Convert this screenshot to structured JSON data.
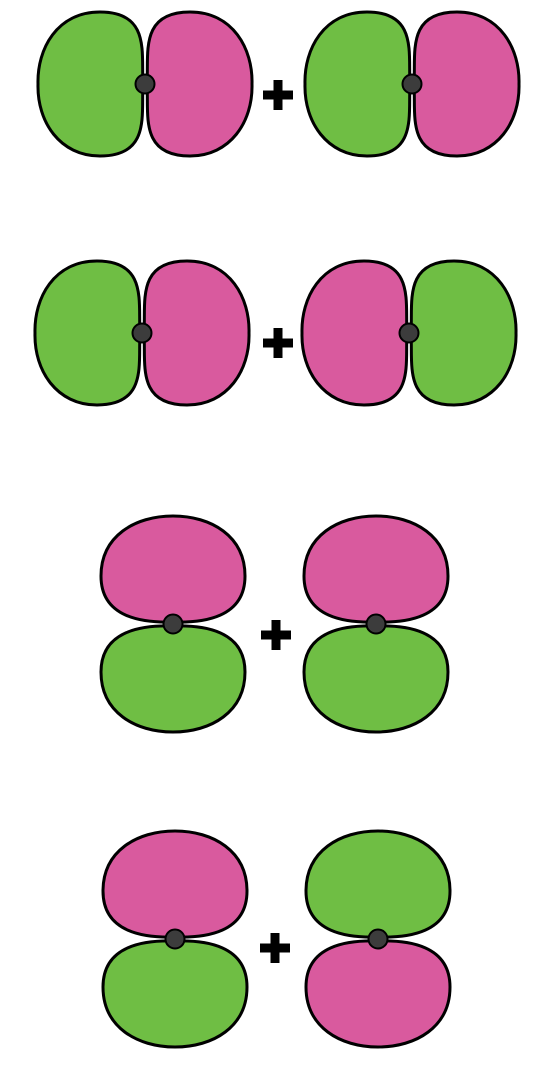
{
  "colors": {
    "green": "#6fbe44",
    "pink": "#d95a9e",
    "nucleus": "#3c3c3c",
    "outline": "#000000"
  },
  "rows": [
    {
      "orientation": "horizontal",
      "orbitals": [
        {
          "lobes": [
            "green",
            "pink"
          ]
        },
        {
          "lobes": [
            "green",
            "pink"
          ]
        }
      ]
    },
    {
      "orientation": "horizontal",
      "orbitals": [
        {
          "lobes": [
            "green",
            "pink"
          ]
        },
        {
          "lobes": [
            "pink",
            "green"
          ]
        }
      ]
    },
    {
      "orientation": "vertical",
      "orbitals": [
        {
          "lobes": [
            "pink",
            "green"
          ]
        },
        {
          "lobes": [
            "pink",
            "green"
          ]
        }
      ]
    },
    {
      "orientation": "vertical",
      "orbitals": [
        {
          "lobes": [
            "pink",
            "green"
          ]
        },
        {
          "lobes": [
            "green",
            "pink"
          ]
        }
      ]
    }
  ]
}
